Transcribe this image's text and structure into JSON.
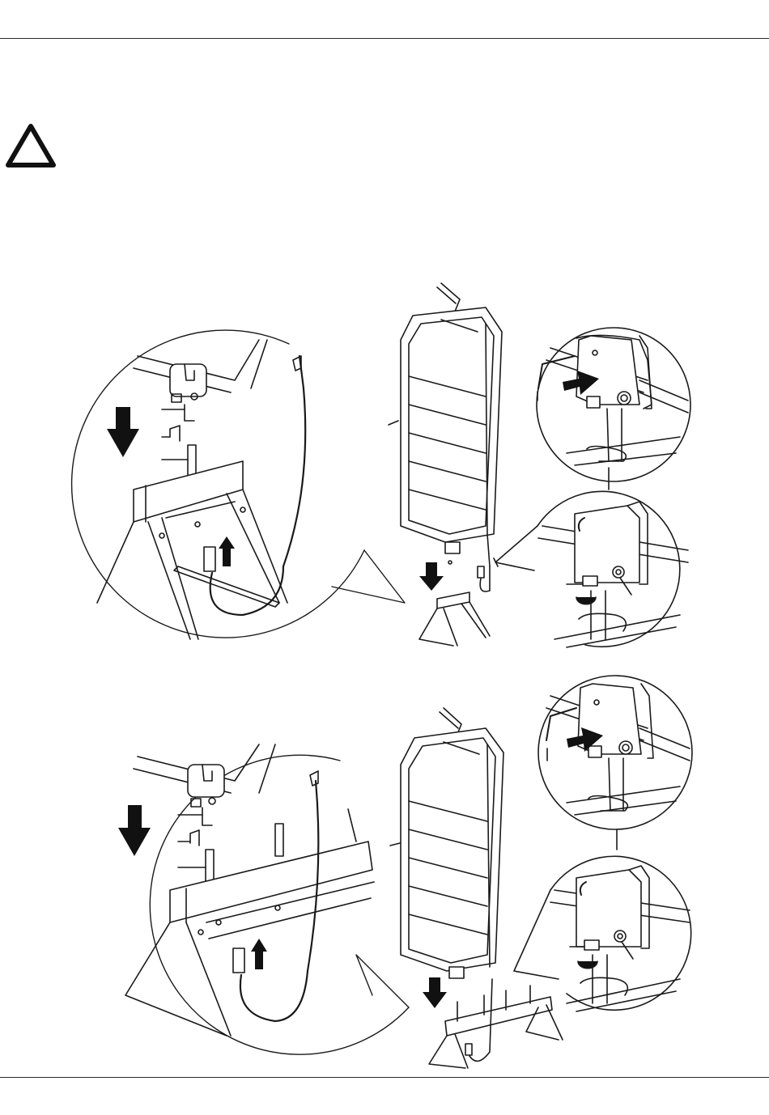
{
  "document": {
    "type": "assembly-instruction-page",
    "warning_icon": "warning-triangle-icon",
    "steps": [
      {
        "id": "step-a",
        "variant": "single-foot stand",
        "icons": [
          "down-arrow-icon",
          "up-arrow-icon",
          "push-arrow-icon",
          "rotate-arrow-icon"
        ]
      },
      {
        "id": "step-b",
        "variant": "double-foot stand",
        "icons": [
          "down-arrow-icon",
          "up-arrow-icon",
          "push-arrow-icon",
          "rotate-arrow-icon"
        ]
      }
    ],
    "colors": {
      "line": "#1a1a1a",
      "background": "#ffffff"
    }
  }
}
